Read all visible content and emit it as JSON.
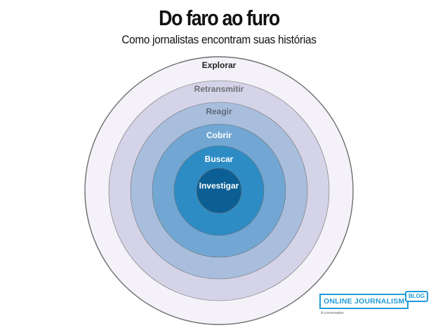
{
  "title": "Do faro ao furo",
  "subtitle": "Como jornalistas encontram suas histórias",
  "rings": [
    {
      "label": "Explorar",
      "fill": "#f4f2f8",
      "text_color": "#222222"
    },
    {
      "label": "Retransmitir",
      "fill": "#d4d3e7",
      "text_color": "#6f6f78"
    },
    {
      "label": "Reagir",
      "fill": "#a9bedd",
      "text_color": "#5e6a7c"
    },
    {
      "label": "Cobrir",
      "fill": "#71a7d2",
      "text_color": "#ffffff"
    },
    {
      "label": "Buscar",
      "fill": "#2e8cc5",
      "text_color": "#ffffff"
    },
    {
      "label": "Investigar",
      "fill": "#0c5f94",
      "text_color": "#ffffff"
    }
  ],
  "logo": {
    "name": "ONLINE JOURNALISM",
    "badge": "BLOG",
    "tagline": "A conversation",
    "color": "#1f9bd6"
  }
}
